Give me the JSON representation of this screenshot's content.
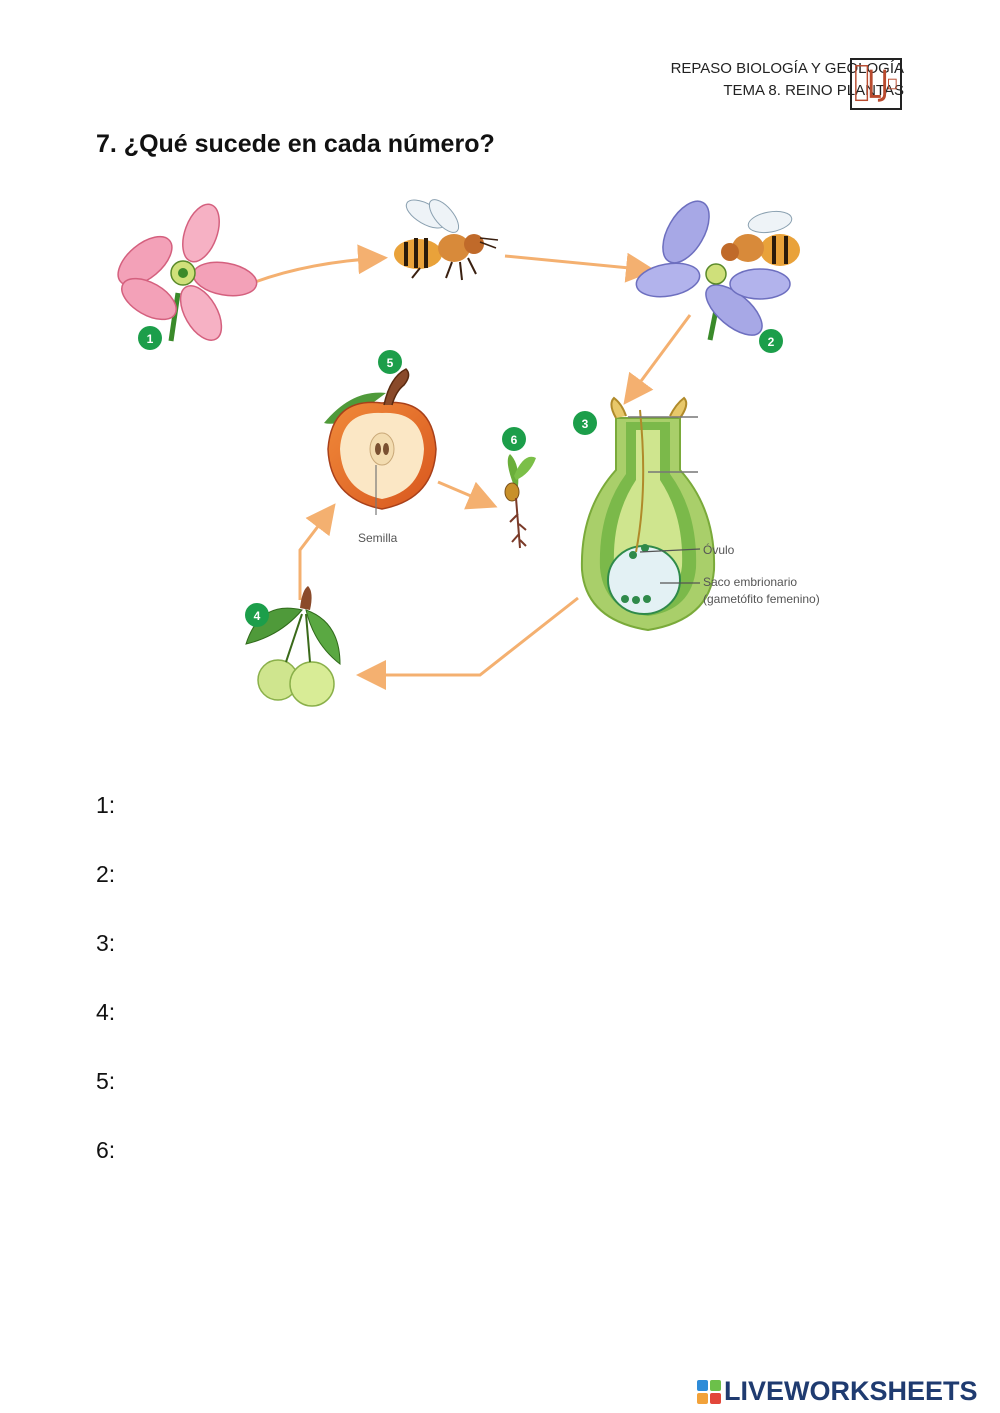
{
  "header": {
    "line1": "REPASO BIOLOGÍA Y GEOLOGÍA",
    "line2": "TEMA 8. REINO PLANTAS"
  },
  "title": "7. ¿Qué sucede en cada número?",
  "diagram": {
    "badges": [
      "1",
      "2",
      "3",
      "4",
      "5",
      "6"
    ],
    "labels": {
      "seed": "Semilla",
      "ovule": "Óvulo",
      "sac_line1": "Saco embrionario",
      "sac_line2": "(gametófito femenino)"
    }
  },
  "answers": [
    {
      "label": "1:"
    },
    {
      "label": "2:"
    },
    {
      "label": "3:"
    },
    {
      "label": "4:"
    },
    {
      "label": "5:"
    },
    {
      "label": "6:"
    }
  ],
  "footer": {
    "brand": "LIVEWORKSHEETS"
  },
  "colors": {
    "badge": "#1c9e4a",
    "arrow": "#f4b070",
    "brand": "#1f3b70"
  }
}
